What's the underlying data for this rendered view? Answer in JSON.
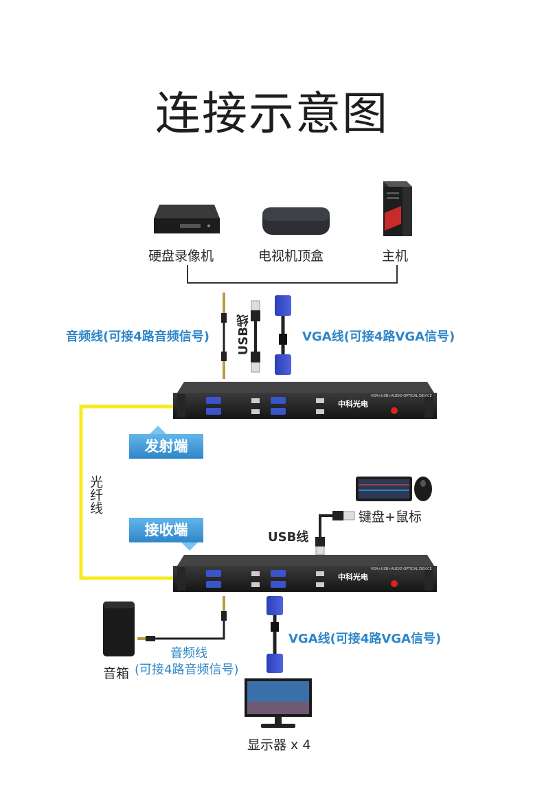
{
  "title": "连接示意图",
  "sources": [
    {
      "label": "硬盘录像机",
      "icon": "dvr-icon"
    },
    {
      "label": "电视机顶盒",
      "icon": "settop-box-icon"
    },
    {
      "label": "主机",
      "icon": "pc-tower-icon"
    }
  ],
  "tx_cables": {
    "audio": "音频线(可接4路音频信号)",
    "usb": "USB线",
    "vga": "VGA线(可接4路VGA信号)"
  },
  "device": {
    "brand": "中科光电",
    "model_text": "VGA+USB+AUDIO OPTICAL DEVICE"
  },
  "transmitter_label": "发射端",
  "receiver_label": "接收端",
  "fiber_label": "光纤线",
  "rx": {
    "keyboard_mouse": "键盘+鼠标",
    "usb": "USB线",
    "vga": "VGA线(可接4路VGA信号)",
    "audio_line1": "音频线",
    "audio_line2": "(可接4路音频信号)",
    "speaker": "音箱",
    "monitor": "显示器 x 4"
  },
  "colors": {
    "accent": "#2f86c8",
    "fiber": "#f5ec1e"
  }
}
